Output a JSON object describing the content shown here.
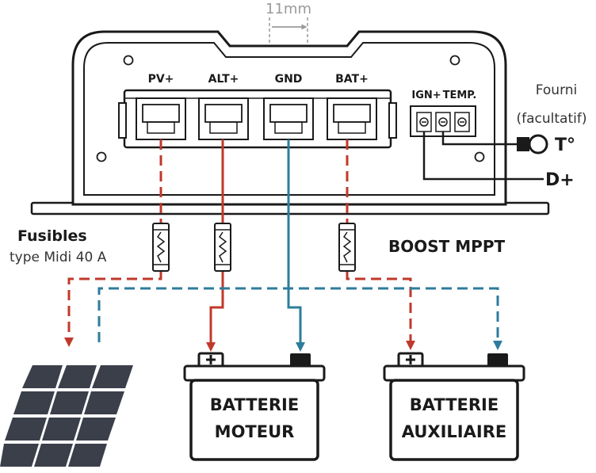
{
  "dimension_label": "11mm",
  "ports": [
    "PV+",
    "ALT+",
    "GND",
    "BAT+"
  ],
  "small_ports": [
    "IGN+",
    "TEMP."
  ],
  "note": {
    "line1": "Fourni",
    "line2": "(facultatif)"
  },
  "temp_sensor_label": "T°",
  "d_plus_label": "D+",
  "fuses": {
    "line1": "Fusibles",
    "line2": "type Midi 40 A"
  },
  "device_label": "BOOST MPPT",
  "battery_motor": {
    "line1": "BATTERIE",
    "line2": "MOTEUR"
  },
  "battery_aux": {
    "line1": "BATTERIE",
    "line2": "AUXILIAIRE"
  },
  "colors": {
    "positive": "#c0392b",
    "negative": "#2e7c9c",
    "outline": "#1a1a1a",
    "panel": "#3a3f4a"
  }
}
